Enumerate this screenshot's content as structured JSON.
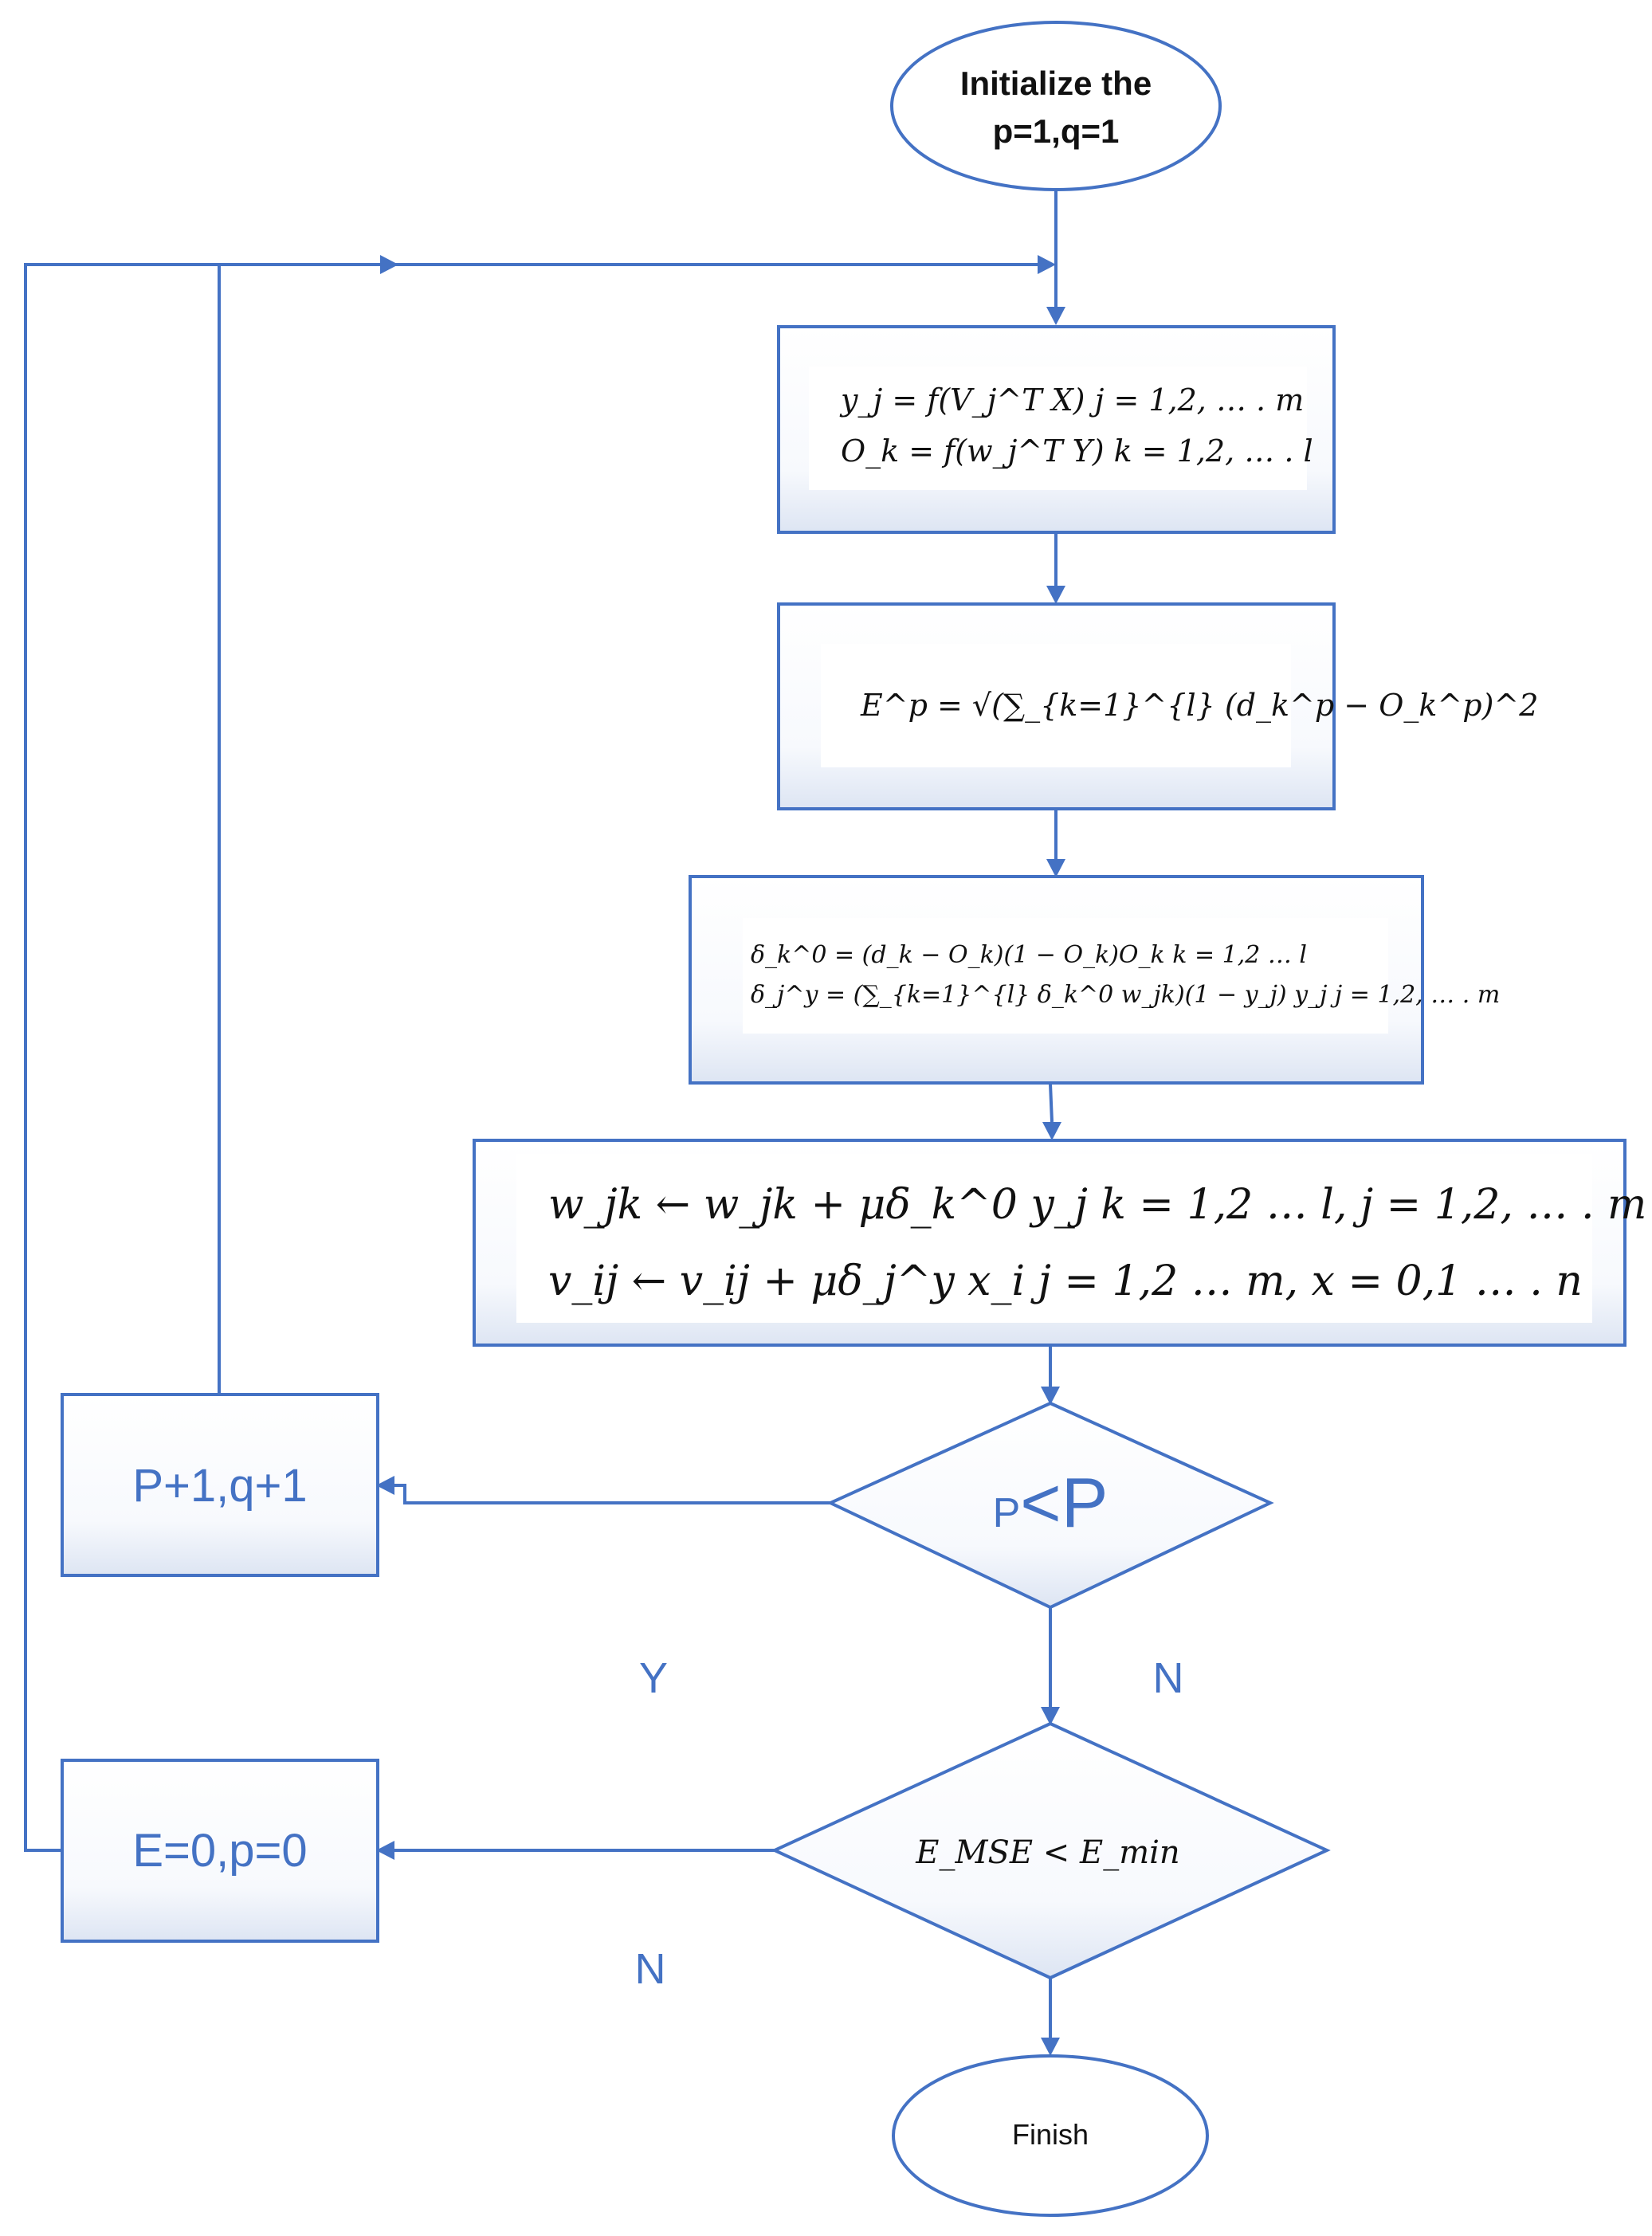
{
  "start": {
    "line1": "Initialize the",
    "line2": "p=1,q=1"
  },
  "step1": {
    "line1": "y_j = f(V_j^T X) j = 1,2, … . m",
    "line2": "O_k = f(w_j^T Y) k = 1,2, … . l"
  },
  "step2": {
    "line1": "E^p = √(∑_{k=1}^{l} (d_k^p − O_k^p)^2"
  },
  "step3": {
    "line1": "δ_k^0 = (d_k − O_k)(1 − O_k)O_k     k = 1,2 … l",
    "line2": "δ_j^y = (∑_{k=1}^{l} δ_k^0 w_jk)(1 − y_j) y_j    j = 1,2, … . m"
  },
  "step4": {
    "line1": "w_jk ← w_jk + μδ_k^0 y_j   k = 1,2 … l, j = 1,2, … . m",
    "line2": "v_ij ← v_ij + μδ_j^y x_i    j = 1,2 … m, x = 0,1 … . n"
  },
  "decision1": {
    "small": "p",
    "large": "<P"
  },
  "decision2": {
    "text": "E_MSE < E_min"
  },
  "increment_box": {
    "text": "P+1,q+1"
  },
  "reset_box": {
    "text": "E=0,p=0"
  },
  "labels": {
    "y": "Y",
    "n_right": "N",
    "n_left": "N"
  },
  "end": {
    "text": "Finish"
  },
  "colors": {
    "stroke": "#4472c4",
    "label": "#4472c4",
    "box_gradient_top": "#ffffff",
    "box_gradient_bottom": "#dde5f3"
  }
}
